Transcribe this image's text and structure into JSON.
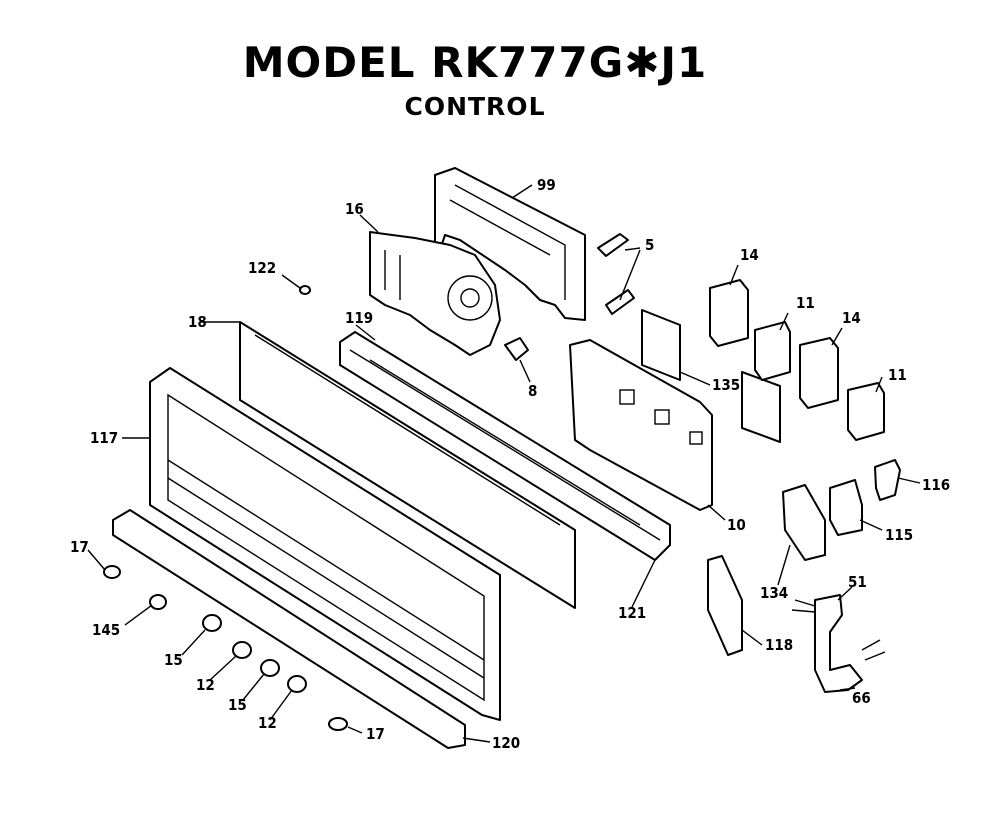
{
  "title": "MODEL RK777G✱J1",
  "subtitle": "CONTROL",
  "callouts": {
    "p99": "99",
    "p16": "16",
    "p5": "5",
    "p14a": "14",
    "p11a": "11",
    "p14b": "14",
    "p11b": "11",
    "p122": "122",
    "p18": "18",
    "p119": "119",
    "p8": "8",
    "p135": "135",
    "p117": "117",
    "p10": "10",
    "p116": "116",
    "p115": "115",
    "p134": "134",
    "p17a": "17",
    "p145": "145",
    "p15a": "15",
    "p12a": "12",
    "p15b": "15",
    "p12b": "12",
    "p17b": "17",
    "p120": "120",
    "p121": "121",
    "p118": "118",
    "p51": "51",
    "p66": "66"
  }
}
